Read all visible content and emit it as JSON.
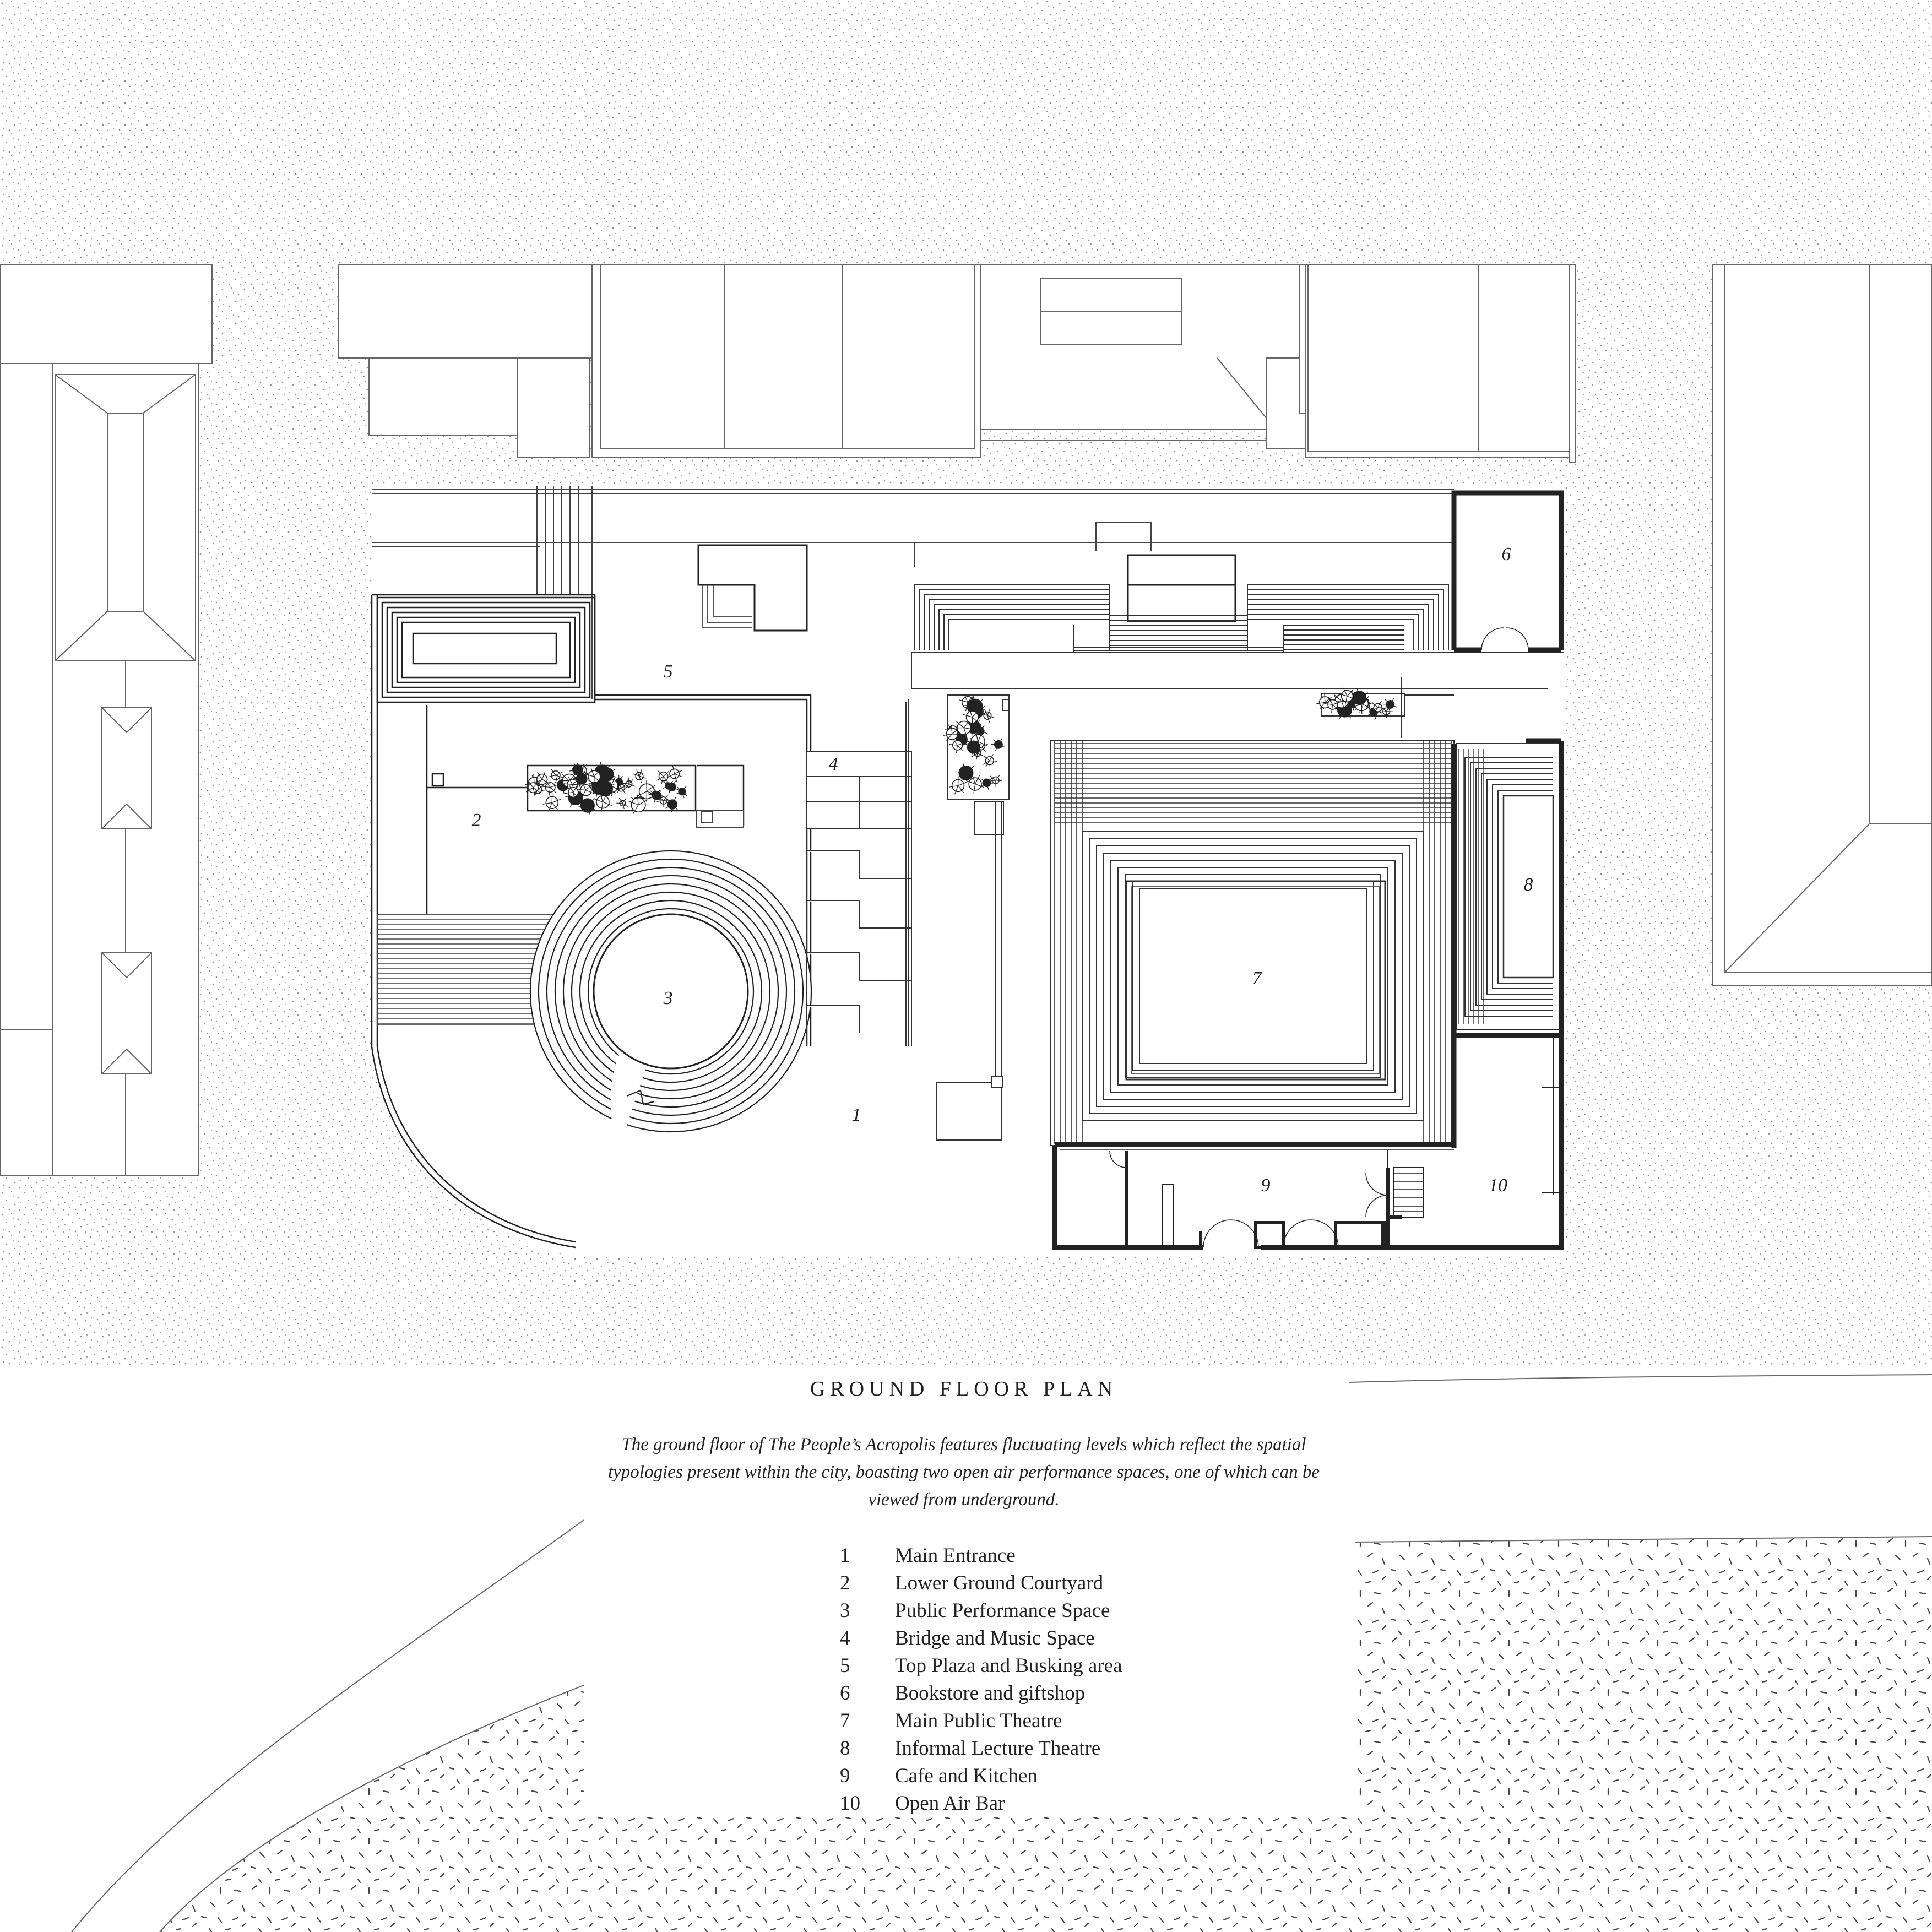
{
  "plan": {
    "title": "GROUND FLOOR PLAN",
    "description": "The ground floor of The People’s Acropolis features fluctuating levels which reflect the spatial typologies present within the city, boasting two open air performance spaces, one of which can be viewed from underground."
  },
  "room_labels": [
    {
      "num": "1"
    },
    {
      "num": "2"
    },
    {
      "num": "3"
    },
    {
      "num": "4"
    },
    {
      "num": "5"
    },
    {
      "num": "6"
    },
    {
      "num": "7"
    },
    {
      "num": "8"
    },
    {
      "num": "9"
    },
    {
      "num": "10"
    }
  ],
  "legend": [
    {
      "num": "1",
      "label": "Main Entrance"
    },
    {
      "num": "2",
      "label": "Lower Ground Courtyard"
    },
    {
      "num": "3",
      "label": "Public Performance Space"
    },
    {
      "num": "4",
      "label": "Bridge and Music Space"
    },
    {
      "num": "5",
      "label": "Top Plaza and Busking area"
    },
    {
      "num": "6",
      "label": "Bookstore and giftshop"
    },
    {
      "num": "7",
      "label": "Main Public Theatre"
    },
    {
      "num": "8",
      "label": "Informal Lecture Theatre"
    },
    {
      "num": "9",
      "label": "Cafe and Kitchen"
    },
    {
      "num": "10",
      "label": "Open Air Bar"
    }
  ],
  "colors": {
    "ink": "#222222",
    "line": "#555555",
    "paper": "#ffffff",
    "stipple": "#8a8a8a"
  }
}
